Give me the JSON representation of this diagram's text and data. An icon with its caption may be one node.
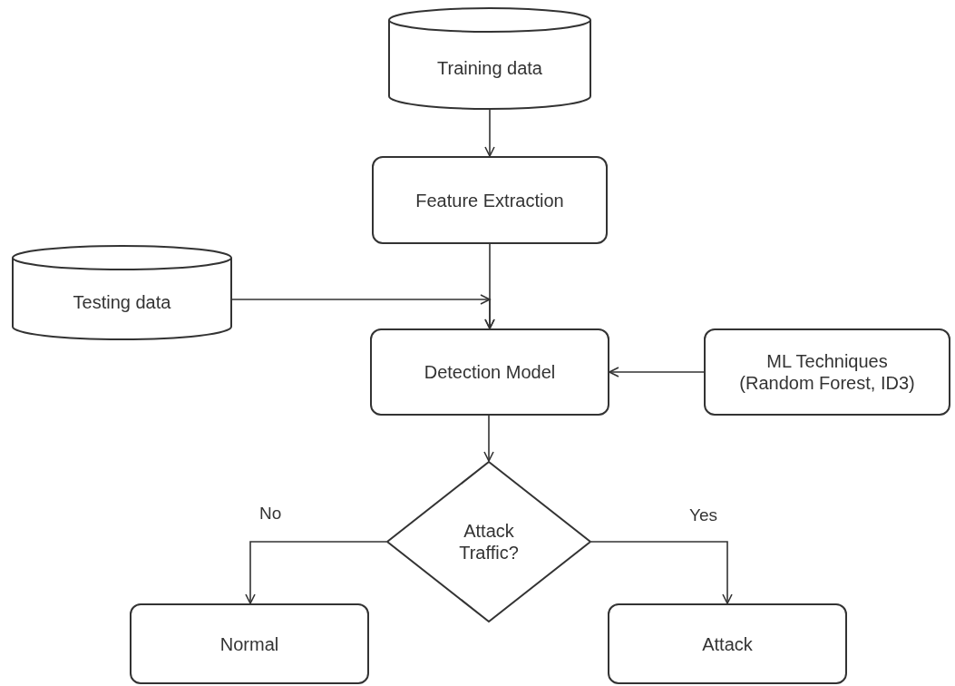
{
  "diagram": {
    "nodes": [
      {
        "text": [
          "Training data"
        ]
      },
      {
        "text": [
          "Feature Extraction"
        ]
      },
      {
        "text": [
          "Testing data"
        ]
      },
      {
        "text": [
          "Detection Model"
        ]
      },
      {
        "text": [
          "ML Techniques (Random Forest, ID3)"
        ]
      },
      {
        "text": [
          "Attack Traffic?"
        ]
      },
      {
        "text": [
          "Normal"
        ]
      },
      {
        "text": [
          "Attack"
        ]
      }
    ],
    "edges": [
      {
        "from": 0,
        "to": 1,
        "arrow": "to"
      },
      {
        "from": 1,
        "to": 3,
        "arrow": "to"
      },
      {
        "from": 2,
        "to": 3,
        "arrow": "to"
      },
      {
        "from": 4,
        "to": 3,
        "arrow": "to"
      },
      {
        "from": 3,
        "to": 5,
        "arrow": "to"
      },
      {
        "from": 5,
        "to": 6,
        "arrow": "to",
        "label": "No"
      },
      {
        "from": 5,
        "to": 7,
        "arrow": "to",
        "label": "Yes"
      }
    ]
  }
}
